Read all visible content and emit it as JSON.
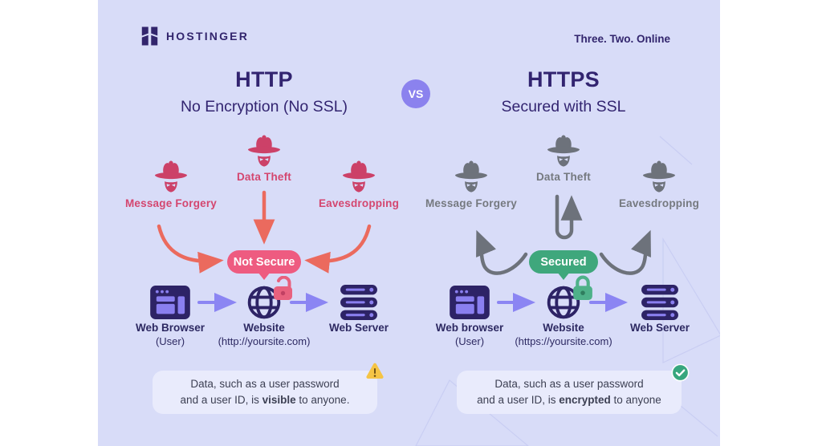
{
  "header": {
    "logo_text": "HOSTINGER",
    "tagline": "Three. Two. Online"
  },
  "vs_badge": "VS",
  "http_side": {
    "title": "HTTP",
    "subtitle": "No Encryption (No SSL)",
    "threats": [
      "Message Forgery",
      "Data Theft",
      "Eavesdropping"
    ],
    "status_badge": "Not Secure",
    "flow": [
      {
        "label": "Web Browser",
        "sublabel": "(User)"
      },
      {
        "label": "Website",
        "sublabel": "(http://yoursite.com)"
      },
      {
        "label": "Web Server",
        "sublabel": ""
      }
    ],
    "note": {
      "line1": "Data, such as a user password",
      "line2_prefix": "and a user ID, is ",
      "line2_emphasis": "visible",
      "line2_suffix": " to anyone."
    }
  },
  "https_side": {
    "title": "HTTPS",
    "subtitle": "Secured with SSL",
    "threats": [
      "Message Forgery",
      "Data Theft",
      "Eavesdropping"
    ],
    "status_badge": "Secured",
    "flow": [
      {
        "label": "Web browser",
        "sublabel": "(User)"
      },
      {
        "label": "Website",
        "sublabel": "(https://yoursite.com)"
      },
      {
        "label": "Web Server",
        "sublabel": ""
      }
    ],
    "note": {
      "line1": "Data, such as a user password",
      "line2_prefix": "and a user ID, is ",
      "line2_emphasis": "encrypted",
      "line2_suffix": " to anyone"
    }
  },
  "colors": {
    "panel_background": "#d8dcf8",
    "ink": "#32256d",
    "threat_pink": "#cc4168",
    "label_pink": "#d4466f",
    "attack_arrow_coral": "#eb6a5e",
    "not_secure_badge": "#ee5b80",
    "secured_badge": "#3fa77c",
    "threat_gray": "#6d727b",
    "flow_arrow_purple": "#8b85f3",
    "icon_dark": "#2d2366",
    "icon_light": "#8a7ff0",
    "note_background": "#e9ebfc",
    "warning_yellow": "#f5c445",
    "check_green": "#37a67e"
  }
}
